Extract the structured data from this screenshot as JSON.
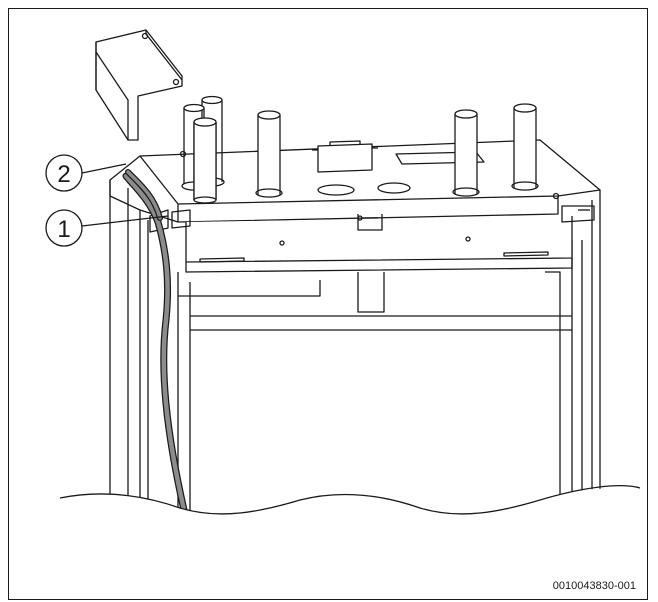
{
  "figure": {
    "callouts": [
      {
        "number": "2"
      },
      {
        "number": "1"
      }
    ],
    "document_id": "0010043830-001",
    "colors": {
      "line": "#1a1a1a",
      "cable": "#8c8c8c",
      "background": "#ffffff"
    }
  }
}
